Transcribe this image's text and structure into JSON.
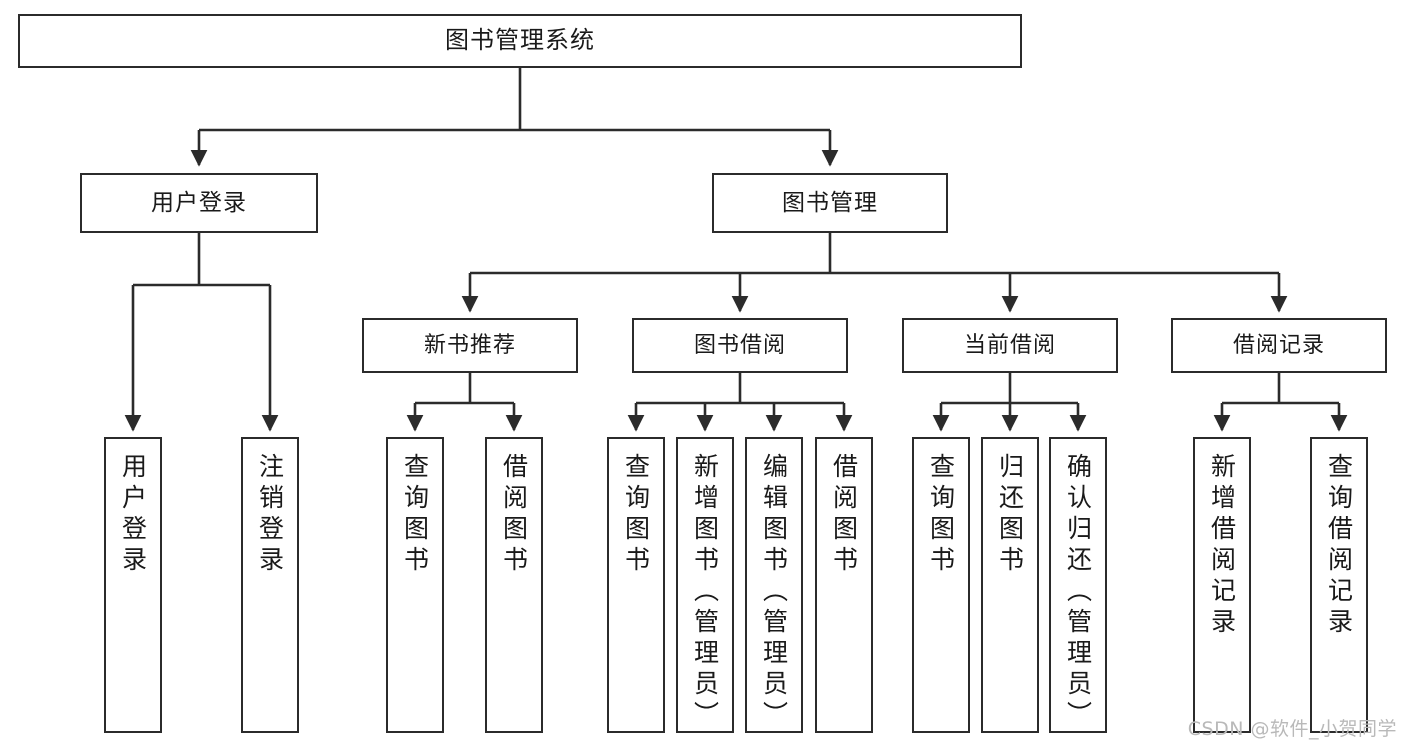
{
  "diagram": {
    "title": "图书管理系统",
    "type": "tree-hierarchy",
    "colors": {
      "stroke": "#2b2b2b",
      "fill": "#ffffff",
      "text": "#1a1a1a",
      "watermark": "#b9b9b9"
    },
    "root": {
      "label": "图书管理系统"
    },
    "level2": [
      {
        "label": "用户登录"
      },
      {
        "label": "图书管理"
      }
    ],
    "level3": [
      {
        "label": "新书推荐"
      },
      {
        "label": "图书借阅"
      },
      {
        "label": "当前借阅"
      },
      {
        "label": "借阅记录"
      }
    ],
    "leaves": {
      "user_login": [
        {
          "label": "用户登录"
        },
        {
          "label": "注销登录"
        }
      ],
      "new_book": [
        {
          "label": "查询图书"
        },
        {
          "label": "借阅图书"
        }
      ],
      "book_borrow": [
        {
          "label": "查询图书"
        },
        {
          "label": "新增图书（管理员）"
        },
        {
          "label": "编辑图书（管理员）"
        },
        {
          "label": "借阅图书"
        }
      ],
      "current_borrow": [
        {
          "label": "查询图书"
        },
        {
          "label": "归还图书"
        },
        {
          "label": "确认归还（管理员）"
        }
      ],
      "borrow_record": [
        {
          "label": "新增借阅记录"
        },
        {
          "label": "查询借阅记录"
        }
      ]
    },
    "watermark": "CSDN @软件_小贺同学"
  }
}
